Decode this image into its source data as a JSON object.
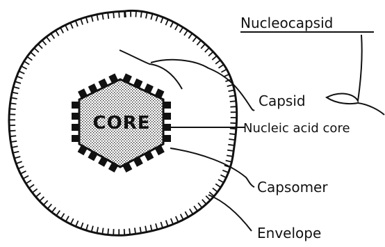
{
  "labels": {
    "nucleocapsid": "Nucleocapsid",
    "capsid": "Capsid",
    "nucleic_acid_core": "Nucleic acid core",
    "capsomer": "Capsomer",
    "envelope": "Envelope",
    "core": "CORE"
  },
  "colors": {
    "ink": "#111111",
    "background": "#ffffff"
  }
}
